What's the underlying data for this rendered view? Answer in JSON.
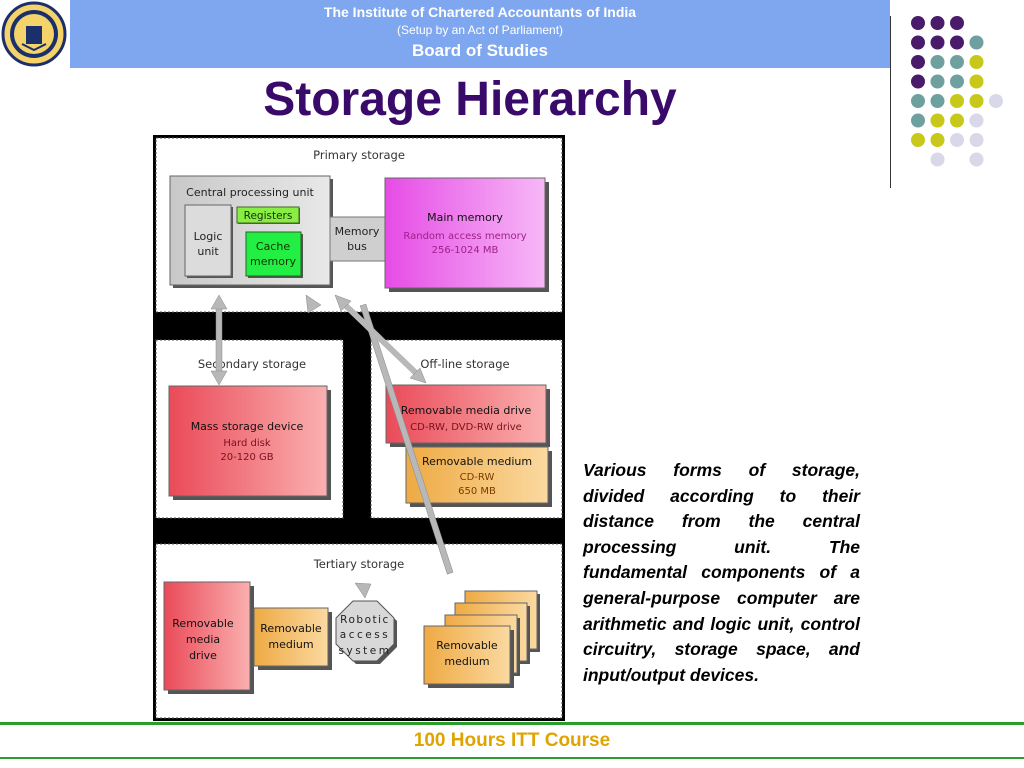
{
  "header": {
    "institute": "The Institute of Chartered Accountants of India",
    "setup": "(Setup by an Act of Parliament)",
    "board": "Board of Studies"
  },
  "title": "Storage Hierarchy",
  "diagram": {
    "primary": {
      "title": "Primary storage",
      "cpu": "Central processing unit",
      "logic_line1": "Logic",
      "logic_line2": "unit",
      "registers": "Registers",
      "cache_line1": "Cache",
      "cache_line2": "memory",
      "bus_line1": "Memory",
      "bus_line2": "bus",
      "main_memory": "Main memory",
      "main_memory_sub1": "Random access memory",
      "main_memory_sub2": "256-1024 MB"
    },
    "secondary": {
      "title": "Secondary storage",
      "mass": "Mass storage device",
      "mass_sub1": "Hard disk",
      "mass_sub2": "20-120 GB"
    },
    "offline": {
      "title": "Off-line storage",
      "drive": "Removable media drive",
      "drive_sub": "CD-RW, DVD-RW drive",
      "medium": "Removable medium",
      "medium_sub1": "CD-RW",
      "medium_sub2": "650 MB"
    },
    "tertiary": {
      "title": "Tertiary storage",
      "drive_line1": "Removable",
      "drive_line2": "media",
      "drive_line3": "drive",
      "medium_line1": "Removable",
      "medium_line2": "medium",
      "robotic_line1": "Robotic",
      "robotic_line2": "access",
      "robotic_line3": "system",
      "stack_line1": "Removable",
      "stack_line2": "medium"
    }
  },
  "caption": "Various forms of storage, divided according to their distance from the central processing unit. The fundamental components of a general-purpose computer are arithmetic and logic unit, control circuitry, storage space, and input/output devices.",
  "footer": "100 Hours ITT Course",
  "colors": {
    "header_band": "#7ea7ef",
    "title": "#3a0a6b",
    "footer_text": "#e0a400",
    "rule": "#2a9d2a",
    "dot_purple": "#4a1a6b",
    "dot_teal": "#6fa0a0",
    "dot_yellow": "#c8c81a",
    "dot_lilac": "#d8d8e8"
  },
  "icons": {
    "logo": "icai-emblem-icon"
  }
}
